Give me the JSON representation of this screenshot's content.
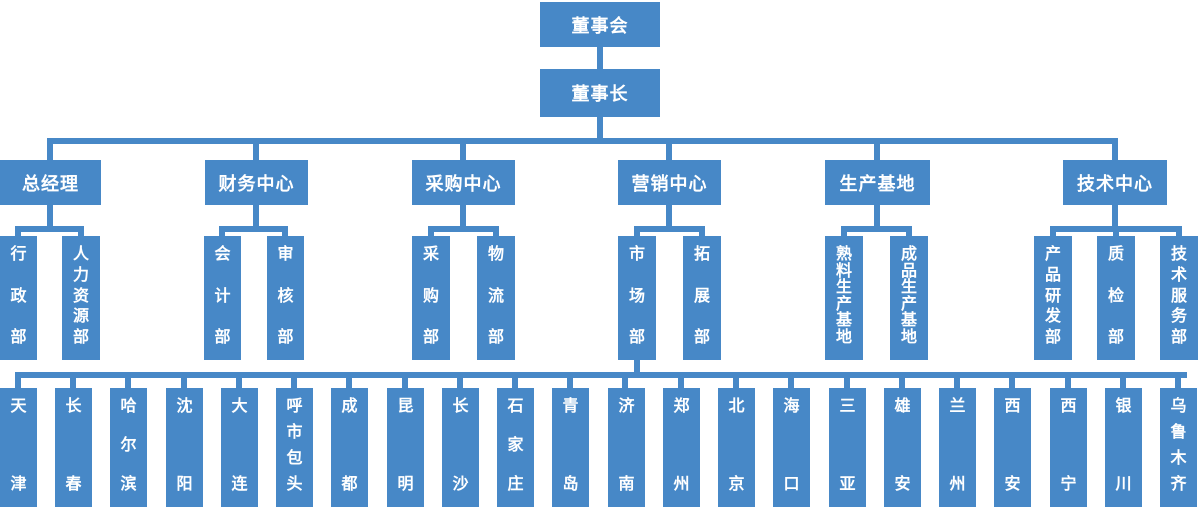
{
  "colors": {
    "node": "#4788c7",
    "connector": "#4788c7",
    "text": "#ffffff"
  },
  "org": {
    "level1": {
      "label": "董事会"
    },
    "level2": {
      "label": "董事长"
    },
    "centers": [
      {
        "label": "总经理",
        "children": [
          "行政部",
          "人力资源部"
        ]
      },
      {
        "label": "财务中心",
        "children": [
          "会计部",
          "审核部"
        ]
      },
      {
        "label": "采购中心",
        "children": [
          "采购部",
          "物流部"
        ]
      },
      {
        "label": "营销中心",
        "children": [
          "市场部",
          "拓展部"
        ]
      },
      {
        "label": "生产基地",
        "children": [
          "熟料生产基地",
          "成品生产基地"
        ]
      },
      {
        "label": "技术中心",
        "children": [
          "产品研发部",
          "质检部",
          "技术服务部"
        ]
      }
    ],
    "cities_parent": "市场部",
    "cities": [
      "天津",
      "长春",
      "哈尔滨",
      "沈阳",
      "大连",
      "呼市包头",
      "成都",
      "昆明",
      "长沙",
      "石家庄",
      "青岛",
      "济南",
      "郑州",
      "北京",
      "海口",
      "三亚",
      "雄安",
      "兰州",
      "西安",
      "西宁",
      "银川",
      "乌鲁木齐"
    ]
  }
}
